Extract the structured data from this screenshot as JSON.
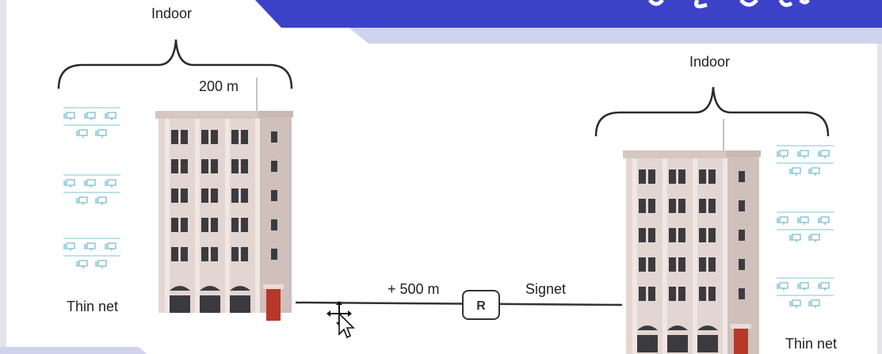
{
  "labels": {
    "indoor_left": "Indoor",
    "indoor_right": "Indoor",
    "distance_200": "200 m",
    "distance_500": "+ 500 m",
    "signet": "Signet",
    "thin_net_left": "Thin net",
    "thin_net_right": "Thin net",
    "repeater": "R"
  },
  "icons": {
    "repeater": "repeater-icon",
    "cursor": "move-cursor-icon"
  },
  "colors": {
    "banner": "#3d43c8",
    "banner_light": "#cfd3ee",
    "brick": "#e3d6d2",
    "window": "#3b3b3f",
    "door": "#b8372b",
    "cable": "#333333",
    "lan": "#7cc4d6"
  }
}
